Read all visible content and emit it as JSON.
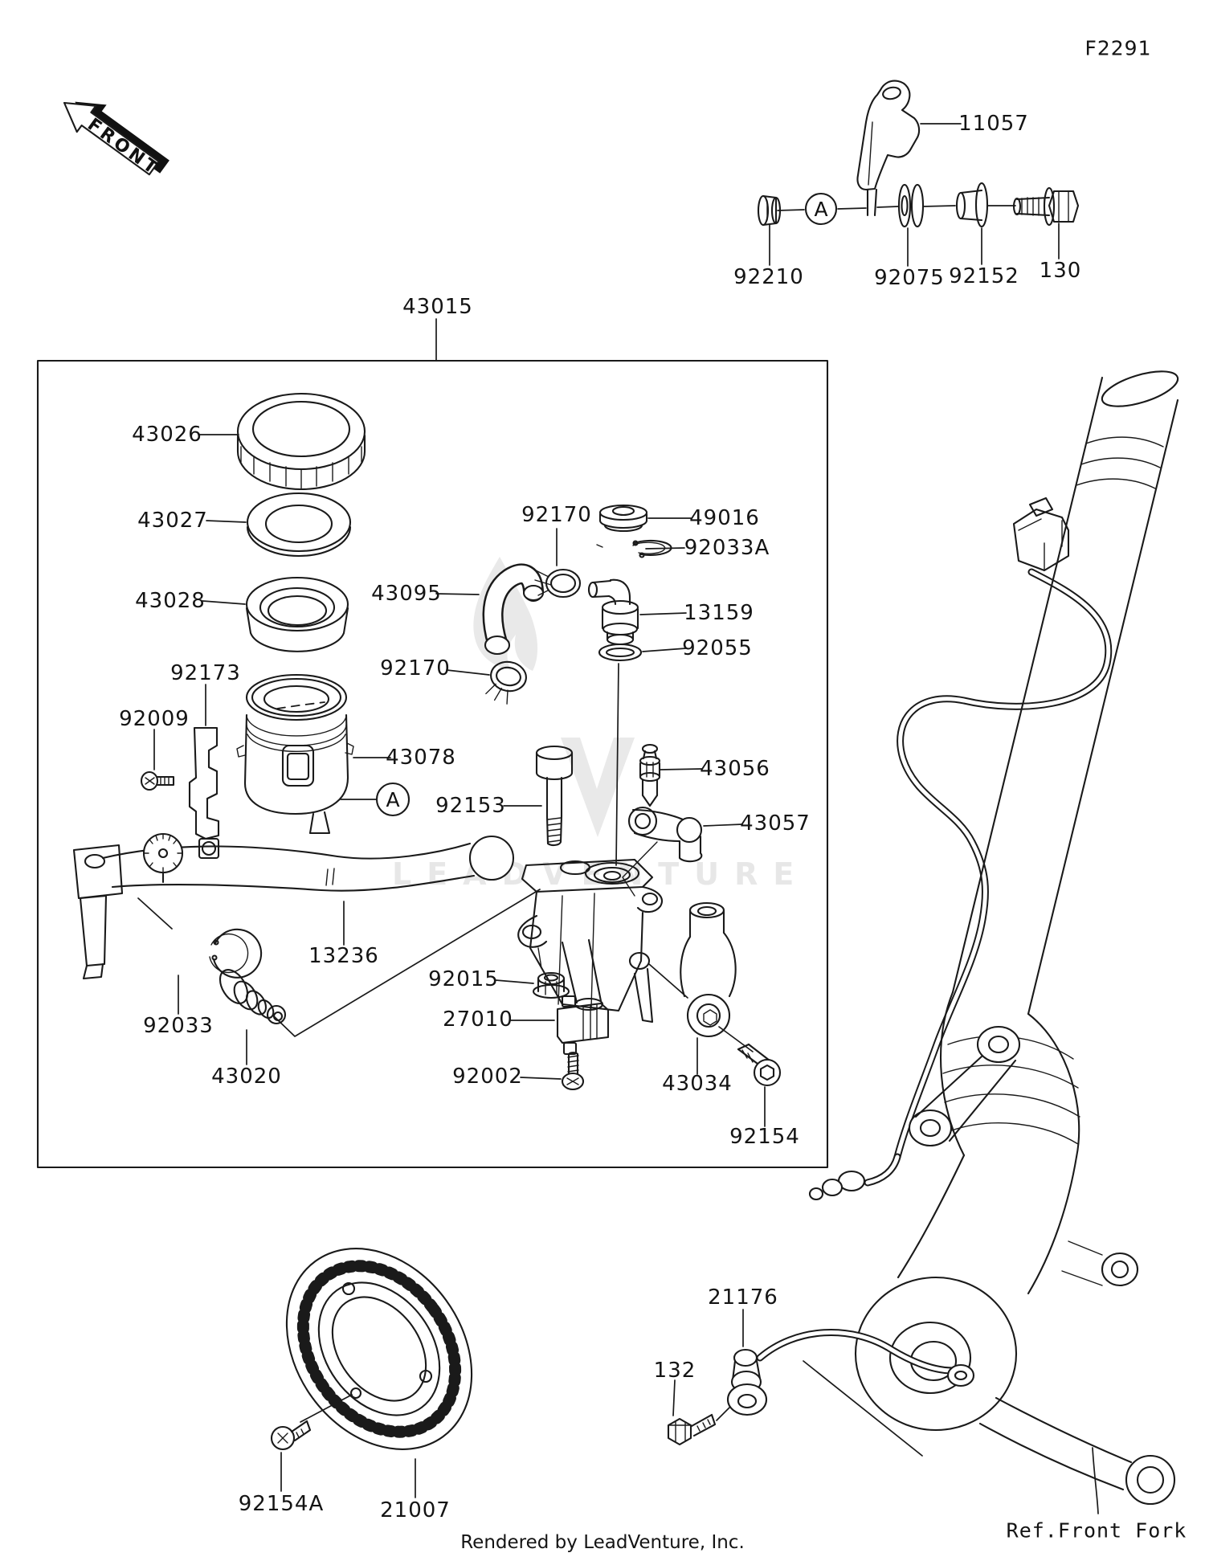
{
  "page": {
    "figure_code": "F2291",
    "front_marker": "FRONT",
    "detail_marker": "A",
    "footer": "Rendered by LeadVenture, Inc.",
    "ref_note": "Ref.Front Fork",
    "watermark_text": "LEADVENTURE"
  },
  "assembly_label": "43015",
  "part_labels": [
    {
      "part": "11057",
      "text": "11057"
    },
    {
      "part": "92210",
      "text": "92210"
    },
    {
      "part": "92075",
      "text": "92075"
    },
    {
      "part": "92152",
      "text": "92152"
    },
    {
      "part": "130",
      "text": "130"
    },
    {
      "part": "43026",
      "text": "43026"
    },
    {
      "part": "43027",
      "text": "43027"
    },
    {
      "part": "43028",
      "text": "43028"
    },
    {
      "part": "92170-top",
      "text": "92170"
    },
    {
      "part": "49016",
      "text": "49016"
    },
    {
      "part": "92033A",
      "text": "92033A"
    },
    {
      "part": "43095",
      "text": "43095"
    },
    {
      "part": "13159",
      "text": "13159"
    },
    {
      "part": "92055",
      "text": "92055"
    },
    {
      "part": "92170-hose",
      "text": "92170"
    },
    {
      "part": "92173",
      "text": "92173"
    },
    {
      "part": "92009",
      "text": "92009"
    },
    {
      "part": "43078",
      "text": "43078"
    },
    {
      "part": "92153",
      "text": "92153"
    },
    {
      "part": "43056",
      "text": "43056"
    },
    {
      "part": "43057",
      "text": "43057"
    },
    {
      "part": "13236",
      "text": "13236"
    },
    {
      "part": "92033",
      "text": "92033"
    },
    {
      "part": "43020",
      "text": "43020"
    },
    {
      "part": "92015",
      "text": "92015"
    },
    {
      "part": "27010",
      "text": "27010"
    },
    {
      "part": "92002",
      "text": "92002"
    },
    {
      "part": "43034",
      "text": "43034"
    },
    {
      "part": "92154",
      "text": "92154"
    },
    {
      "part": "92154A",
      "text": "92154A"
    },
    {
      "part": "21007",
      "text": "21007"
    },
    {
      "part": "21176",
      "text": "21176"
    },
    {
      "part": "132",
      "text": "132"
    }
  ]
}
